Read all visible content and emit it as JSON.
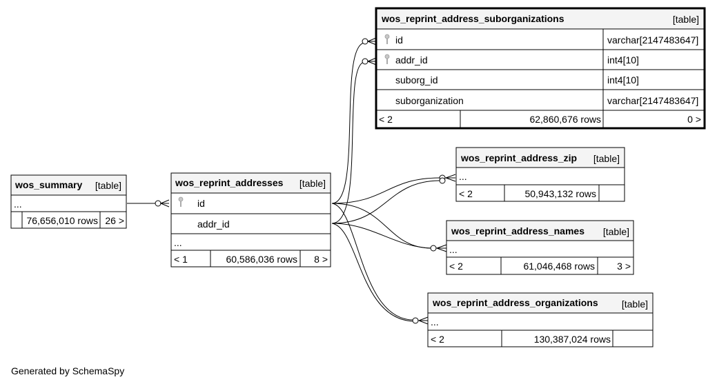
{
  "footer": "Generated by SchemaSpy",
  "tables": {
    "suborg": {
      "name": "wos_reprint_address_suborganizations",
      "tag": "[table]",
      "columns": [
        {
          "name": "id",
          "type": "varchar[2147483647]",
          "key": true
        },
        {
          "name": "addr_id",
          "type": "int4[10]",
          "key": true
        },
        {
          "name": "suborg_id",
          "type": "int4[10]",
          "key": false
        },
        {
          "name": "suborganization",
          "type": "varchar[2147483647]",
          "key": false
        }
      ],
      "footer": {
        "parents": "< 2",
        "rows": "62,860,676 rows",
        "children": "0 >"
      }
    },
    "zip": {
      "name": "wos_reprint_address_zip",
      "tag": "[table]",
      "ellipsis": "...",
      "footer": {
        "parents": "< 2",
        "rows": "50,943,132 rows",
        "children": ""
      }
    },
    "names": {
      "name": "wos_reprint_address_names",
      "tag": "[table]",
      "ellipsis": "...",
      "footer": {
        "parents": "< 2",
        "rows": "61,046,468 rows",
        "children": "3 >"
      }
    },
    "orgs": {
      "name": "wos_reprint_address_organizations",
      "tag": "[table]",
      "ellipsis": "...",
      "footer": {
        "parents": "< 2",
        "rows": "130,387,024 rows",
        "children": ""
      }
    },
    "summary": {
      "name": "wos_summary",
      "tag": "[table]",
      "ellipsis": "...",
      "footer": {
        "parents": "",
        "rows": "76,656,010 rows",
        "children": "26 >"
      }
    },
    "addresses": {
      "name": "wos_reprint_addresses",
      "tag": "[table]",
      "columns": [
        {
          "name": "id",
          "key": true
        },
        {
          "name": "addr_id",
          "key": false
        }
      ],
      "ellipsis": "...",
      "footer": {
        "parents": "< 1",
        "rows": "60,586,036 rows",
        "children": "8 >"
      }
    }
  }
}
